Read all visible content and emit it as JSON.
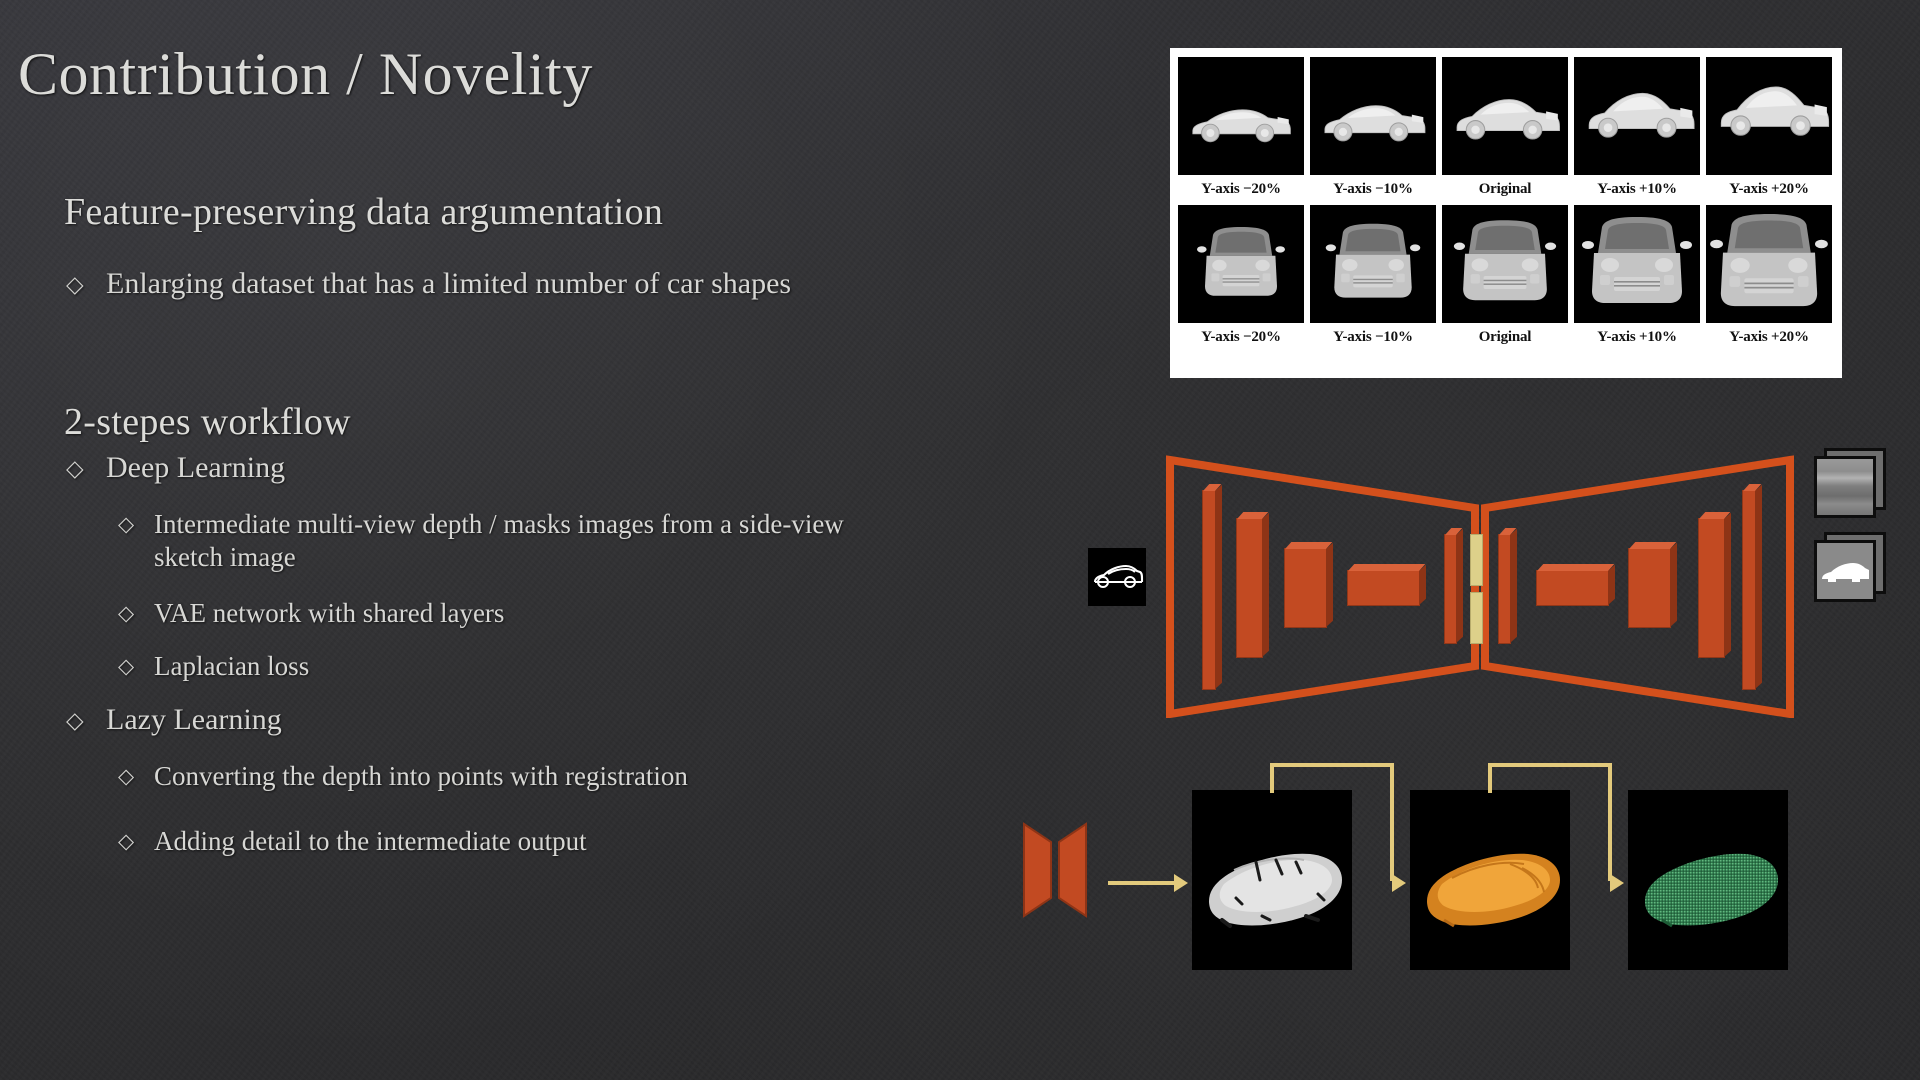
{
  "slide": {
    "title": "Contribution / Novelity",
    "background_color": "#2f2f31",
    "text_color": "#d9d9d6"
  },
  "sections": [
    {
      "heading": "Feature-preserving data argumentation",
      "bullets": [
        {
          "level": 1,
          "glyph": "◇",
          "text": "Enlarging dataset that has a limited number of car shapes"
        }
      ]
    },
    {
      "heading": "2-stepes workflow",
      "bullets": [
        {
          "level": 1,
          "glyph": "◇",
          "text": "Deep Learning"
        },
        {
          "level": 2,
          "glyph": "◇",
          "text": "Intermediate multi-view depth / masks images from a side-view sketch image"
        },
        {
          "level": 2,
          "glyph": "◇",
          "text": "VAE network with shared layers"
        },
        {
          "level": 2,
          "glyph": "◇",
          "text": "Laplacian loss"
        },
        {
          "level": 1,
          "glyph": "◇",
          "text": "Lazy Learning"
        },
        {
          "level": 2,
          "glyph": "◇",
          "text": "Converting the depth into points with registration"
        },
        {
          "level": 2,
          "glyph": "◇",
          "text": "Adding detail to the intermediate output"
        }
      ]
    }
  ],
  "figures": {
    "augmentation": {
      "name": "feature-preserving-data-augmentation-grid",
      "background": "#ffffff",
      "rows": [
        {
          "view": "side-view",
          "cells": [
            {
              "label": "Y-axis −20%"
            },
            {
              "label": "Y-axis −10%"
            },
            {
              "label": "Original"
            },
            {
              "label": "Y-axis +10%"
            },
            {
              "label": "Y-axis +20%"
            }
          ]
        },
        {
          "view": "front-view",
          "cells": [
            {
              "label": "Y-axis −20%"
            },
            {
              "label": "Y-axis −10%"
            },
            {
              "label": "Original"
            },
            {
              "label": "Y-axis +10%"
            },
            {
              "label": "Y-axis +20%"
            }
          ]
        }
      ]
    },
    "vae": {
      "name": "vae-encoder-decoder-diagram",
      "input_thumbnail": "side-view-sketch-image",
      "output_thumbnails": [
        "depth-image",
        "mask-image"
      ],
      "block_color": "#c24a22",
      "latent_color": "#ddd08a",
      "outline_color": "#d4501c"
    },
    "pipeline": {
      "name": "lazy-learning-pipeline",
      "arrow_color": "#e3ca7c",
      "stages": [
        {
          "name": "network-hourglass-icon",
          "color": "#c24a22"
        },
        {
          "name": "intermediate-depth-mesh",
          "color": "#d7d7d7"
        },
        {
          "name": "refined-mesh",
          "color": "#e0922c"
        },
        {
          "name": "detailed-point-cloud",
          "color": "#4e9e6a"
        }
      ]
    }
  }
}
